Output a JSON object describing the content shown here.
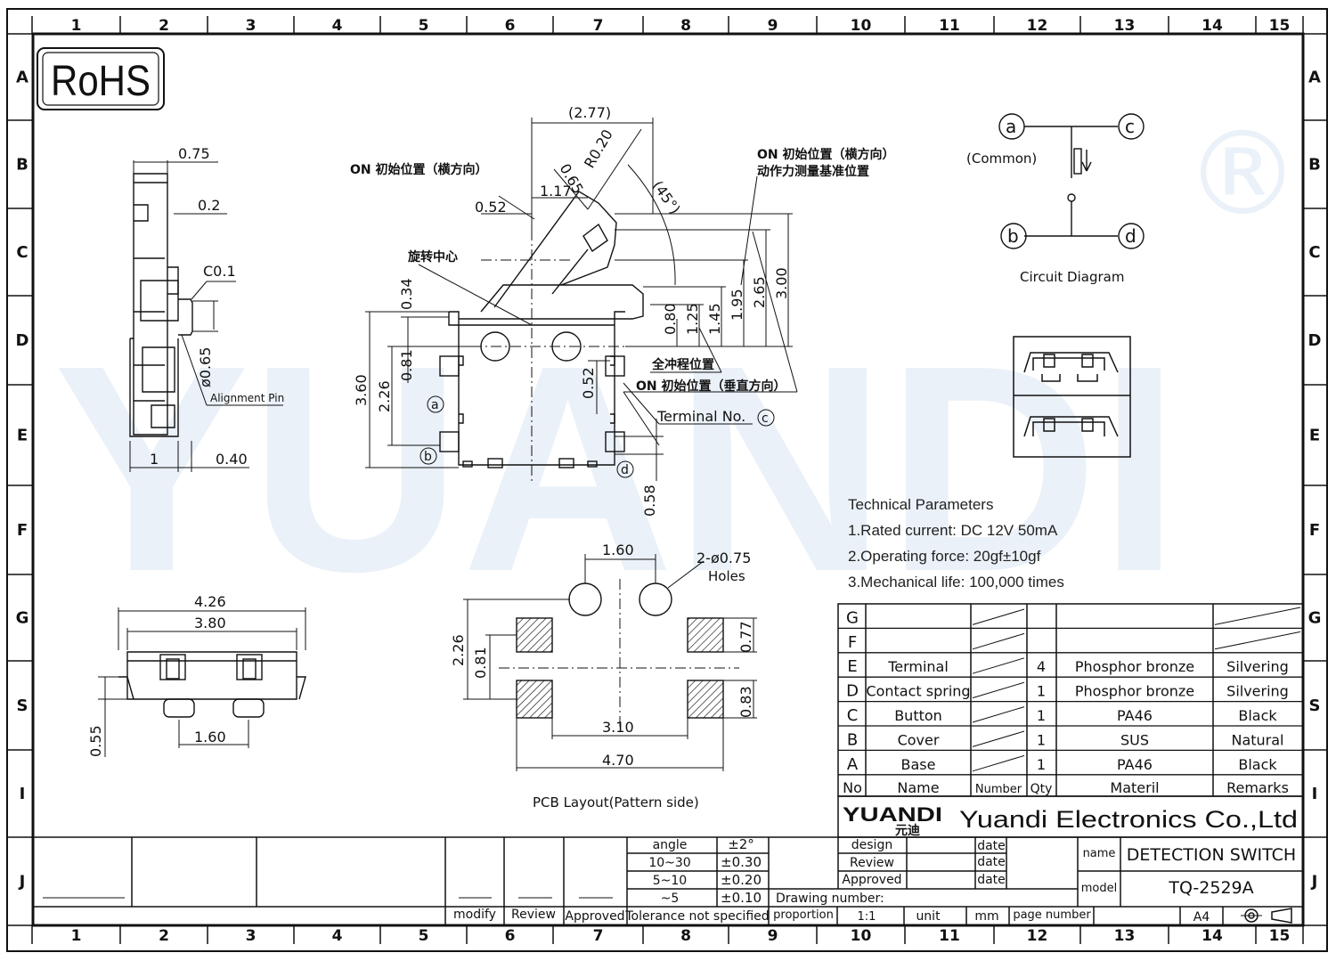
{
  "colors": {
    "line": "#111111",
    "watermark": "#3a7ebd"
  },
  "frame": {
    "columns": [
      "1",
      "2",
      "3",
      "4",
      "5",
      "6",
      "7",
      "8",
      "9",
      "10",
      "11",
      "12",
      "13",
      "14",
      "15"
    ],
    "rows": [
      "A",
      "B",
      "C",
      "D",
      "E",
      "F",
      "G",
      "S",
      "I",
      "J"
    ]
  },
  "badge": {
    "rohs": "RoHS"
  },
  "watermark": {
    "brand": "YUANDI",
    "registered": "®"
  },
  "side_view": {
    "dims": [
      "0.75",
      "0.2",
      "C0.1",
      "ø0.65",
      "1",
      "0.40"
    ],
    "alignment_pin": "Alignment Pin"
  },
  "front_view": {
    "top_dims": [
      "(2.77)",
      "R0.20",
      "0.65",
      "(45°)",
      "1.17",
      "0.52"
    ],
    "vertical_dims": [
      "0.34",
      "0.81",
      "2.26",
      "3.60",
      "0.52",
      "0.80",
      "1.25",
      "1.45",
      "1.95",
      "2.65",
      "3.00",
      "0.58"
    ],
    "callouts": [
      "ON 初始位置（横方向）",
      "旋转中心",
      "ON 初始位置（横方向）",
      "动作力测量基准位置",
      "全冲程位置",
      "ON 初始位置（垂直方向）"
    ],
    "terminal_label": "Terminal No.",
    "terminal_circle": "c",
    "pin_labels": [
      "a",
      "b",
      "d"
    ]
  },
  "circuit": {
    "nodes": [
      "a",
      "c",
      "b",
      "d"
    ],
    "common": "(Common)",
    "caption": "Circuit Diagram"
  },
  "bottom_view": {
    "dims": [
      "4.26",
      "3.80",
      "0.55",
      "1.60"
    ]
  },
  "pcb": {
    "dims": [
      "1.60",
      "2-ø0.75",
      "Holes",
      "2.26",
      "0.81",
      "0.77",
      "0.83",
      "3.10",
      "4.70"
    ],
    "caption": "PCB Layout(Pattern side)"
  },
  "tech_params": {
    "title": "Technical Parameters",
    "items": [
      "1.Rated current: DC 12V 50mA",
      "2.Operating force: 20gf±10gf",
      "3.Mechanical life: 100,000 times"
    ]
  },
  "bom": {
    "rows": [
      {
        "no": "G",
        "name": "",
        "number": "",
        "qty": "",
        "material": "",
        "remarks": ""
      },
      {
        "no": "F",
        "name": "",
        "number": "",
        "qty": "",
        "material": "",
        "remarks": ""
      },
      {
        "no": "E",
        "name": "Terminal",
        "number": "",
        "qty": "4",
        "material": "Phosphor bronze",
        "remarks": "Silvering"
      },
      {
        "no": "D",
        "name": "Contact spring",
        "number": "",
        "qty": "1",
        "material": "Phosphor bronze",
        "remarks": "Silvering"
      },
      {
        "no": "C",
        "name": "Button",
        "number": "",
        "qty": "1",
        "material": "PA46",
        "remarks": "Black"
      },
      {
        "no": "B",
        "name": "Cover",
        "number": "",
        "qty": "1",
        "material": "SUS",
        "remarks": "Natural"
      },
      {
        "no": "A",
        "name": "Base",
        "number": "",
        "qty": "1",
        "material": "PA46",
        "remarks": "Black"
      }
    ],
    "header": {
      "no": "No",
      "name": "Name",
      "number": "Number",
      "qty": "Qty",
      "material": "Materil",
      "remarks": "Remarks"
    }
  },
  "company": {
    "logo_text": "YUANDI",
    "logo_cn": "元迪",
    "name": "Yuandi Electronics Co.,Ltd"
  },
  "title_block": {
    "tolerances": [
      {
        "range": "angle",
        "value": "±2°"
      },
      {
        "range": "10~30",
        "value": "±0.30"
      },
      {
        "range": "5~10",
        "value": "±0.20"
      },
      {
        "range": "~5",
        "value": "±0.10"
      }
    ],
    "tolerance_caption": "Tolerance not specified",
    "revision_labels": [
      "modify",
      "Review",
      "Approved"
    ],
    "design": "design",
    "review": "Review",
    "approved": "Approved",
    "date": "date",
    "drawing_number_label": "Drawing number:",
    "proportion_label": "proportion",
    "proportion": "1:1",
    "unit_label": "unit",
    "unit": "mm",
    "page_number_label": "page number",
    "name_label": "name",
    "product_name": "DETECTION SWITCH",
    "model_label": "model",
    "model": "TQ-2529A",
    "paper": "A4"
  }
}
